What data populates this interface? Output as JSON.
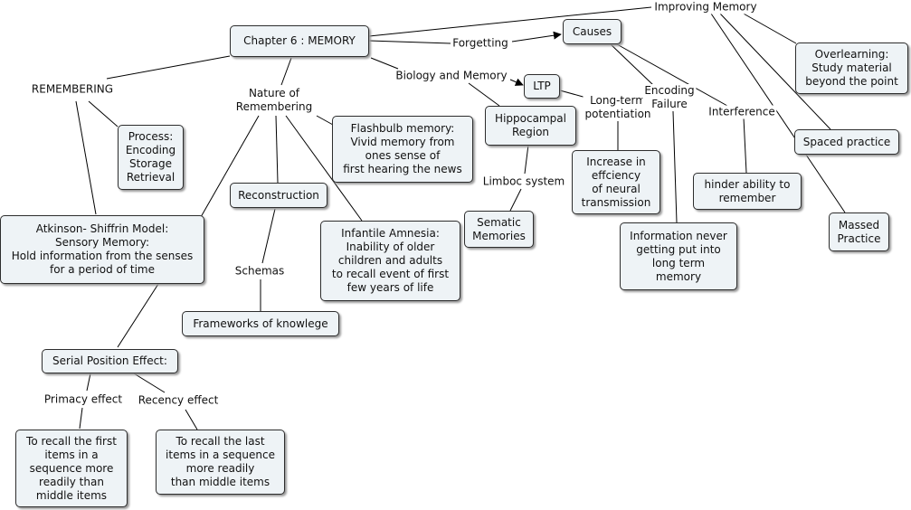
{
  "concepts": {
    "chapter": "Chapter 6 : MEMORY",
    "process": "Process:\nEncoding\nStorage\nRetrieval",
    "atkinson": "Atkinson- Shiffrin Model:\nSensory Memory:\nHold information from the senses\nfor a period of time",
    "serial": "Serial Position Effect:",
    "primacy_def": "To recall the first\nitems in a\nsequence more\nreadily than\nmiddle items",
    "recency_def": "To recall the last\nitems in a sequence\nmore readily\nthan middle items",
    "reconstruction": "Reconstruction",
    "frameworks": "Frameworks of knowlege",
    "flashbulb": "Flashbulb memory:\nVivid memory from\nones sense of\nfirst hearing the news",
    "infantile": "Infantile Amnesia:\nInability of older\nchildren and adults\nto recall event of first\nfew years of life",
    "hippocampal": "Hippocampal\nRegion",
    "sematic": "Sematic\nMemories",
    "ltp": "LTP",
    "increase": "Increase in\neffciency\nof neural\ntransmission",
    "causes": "Causes",
    "information_never": "Information never\ngetting put into\nlong term\nmemory",
    "hinder": "hinder ability to\nremember",
    "overlearning": "Overlearning:\nStudy material\nbeyond the point",
    "spaced": "Spaced practice",
    "massed": "Massed\nPractice"
  },
  "linking_phrases": {
    "remembering": "REMEMBERING",
    "nature": "Nature of\nRemembering",
    "biology": "Biology and Memory",
    "forgetting": "Forgetting",
    "improving": "Improving Memory",
    "primacy": "Primacy effect",
    "recency": "Recency effect",
    "schemas": "Schemas",
    "limbic": "Limboc system",
    "long_term": "Long-term\npotentiation",
    "encoding_failure": "Encoding\nFailure",
    "interference": "Interference"
  }
}
